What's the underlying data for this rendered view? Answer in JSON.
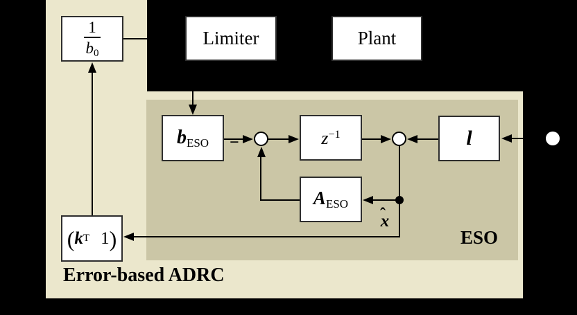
{
  "colors": {
    "background": "#000000",
    "adrc_region_fill": "#ebe7cc",
    "eso_region_fill": "#cbc6a6",
    "box_fill": "#ffffff",
    "box_border": "#2e2e2e",
    "line": "#000000"
  },
  "blocks": {
    "inv_b0": {
      "numerator": "1",
      "denominator_base": "b",
      "denominator_sub": "0"
    },
    "limiter": {
      "label": "Limiter"
    },
    "plant": {
      "label": "Plant"
    },
    "b_eso": {
      "base": "b",
      "sub": "ESO"
    },
    "z_inv": {
      "base": "z",
      "sup": "−1"
    },
    "l_gain": {
      "label": "l"
    },
    "a_eso": {
      "base": "A",
      "sub": "ESO"
    },
    "state_feedback": {
      "open_paren": "(",
      "k_base": "k",
      "k_sup": "T",
      "one": "1",
      "close_paren": ")"
    }
  },
  "labels": {
    "eso_region": "ESO",
    "adrc_region": "Error-based ADRC",
    "minus_sign": "−",
    "x_hat": {
      "base": "x",
      "accent": "ˆ"
    }
  }
}
